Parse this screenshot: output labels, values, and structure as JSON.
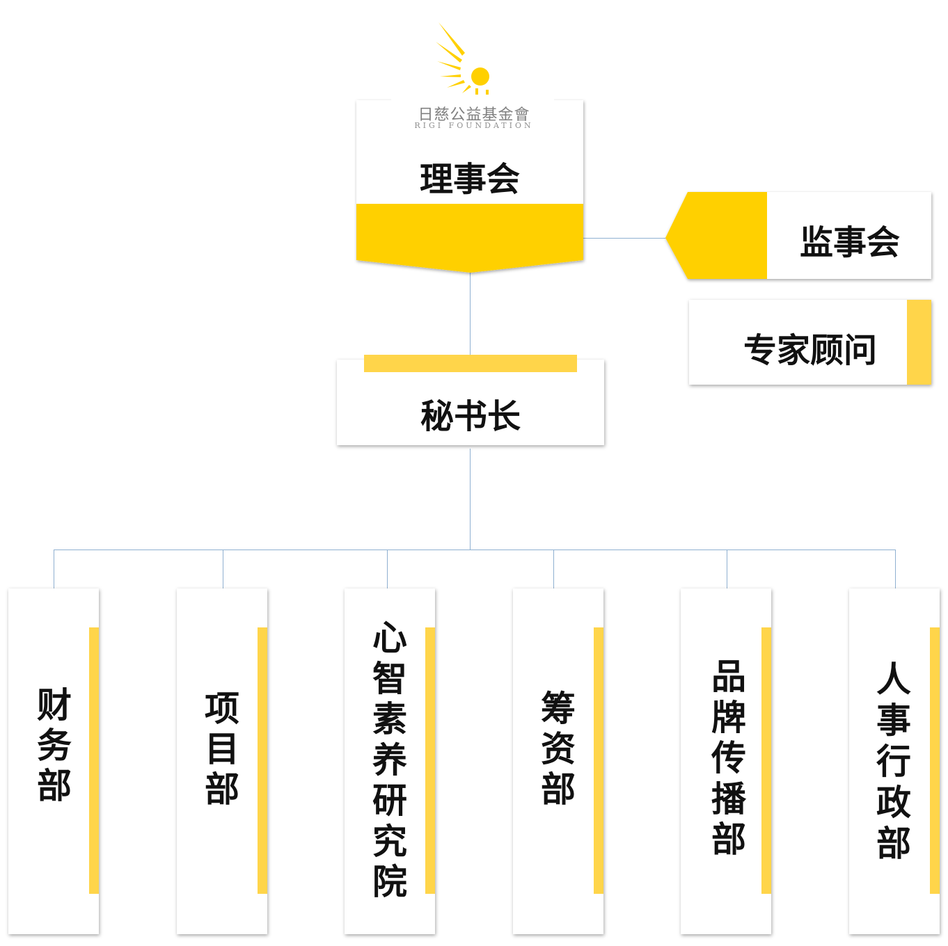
{
  "logo": {
    "name_cn": "日慈公益基金會",
    "name_en": "RIGI FOUNDATION"
  },
  "board": {
    "label": "理事会"
  },
  "supervisors": {
    "label": "监事会"
  },
  "advisors": {
    "label": "专家顾问"
  },
  "secretary_general": {
    "label": "秘书长"
  },
  "departments": [
    {
      "label": "财务部"
    },
    {
      "label": "项目部"
    },
    {
      "label": "心智素养研究院"
    },
    {
      "label": "筹资部"
    },
    {
      "label": "品牌传播部"
    },
    {
      "label": "人事行政部"
    }
  ],
  "colors": {
    "accent_yellow": "#FFD000",
    "accent_light_yellow": "#FFD54A",
    "connector": "#8FB0D1",
    "logo_gray": "#808080"
  }
}
